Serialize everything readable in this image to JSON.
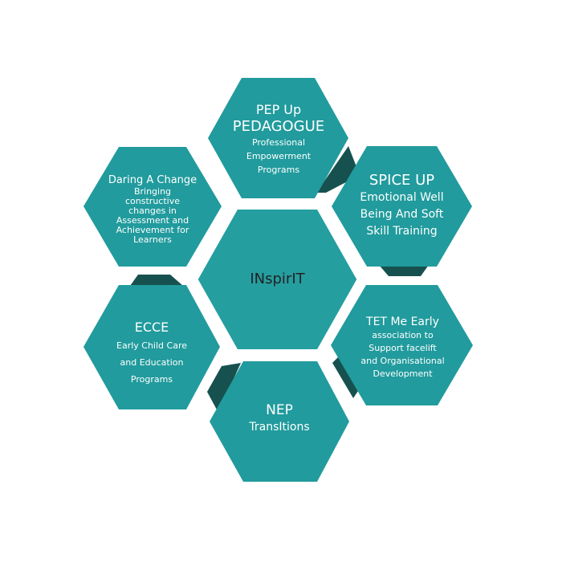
{
  "colors": {
    "hex_fill": "#219b9d",
    "hex_shadow": "#17514f",
    "center_fill": "#259ea0",
    "center_border": "#ffffff",
    "text_light": "#ffffff",
    "text_dark": "#222222"
  },
  "center": {
    "label": "INspirIT"
  },
  "nodes": {
    "pep": {
      "line1": "PEP Up",
      "line2": "PEDAGOGUE",
      "desc": [
        "Professional",
        "Empowerment",
        "Programs"
      ]
    },
    "spice": {
      "title": "SPICE UP",
      "desc": [
        "Emotional Well",
        "Being And Soft",
        "Skill Training"
      ]
    },
    "tet": {
      "title": "TET Me Early",
      "desc": [
        "association to",
        "Support facelift",
        "and Organisational",
        "Development"
      ]
    },
    "nep": {
      "title": "NEP",
      "subtitle": "TransItions"
    },
    "ecce": {
      "title": "ECCE",
      "desc": [
        "Early Child Care",
        "and Education",
        "Programs"
      ]
    },
    "daring": {
      "title": "Daring A Change",
      "desc": [
        "Bringing",
        "constructive",
        "changes in",
        "Assessment and",
        "Achievement for",
        "Learners"
      ]
    }
  }
}
